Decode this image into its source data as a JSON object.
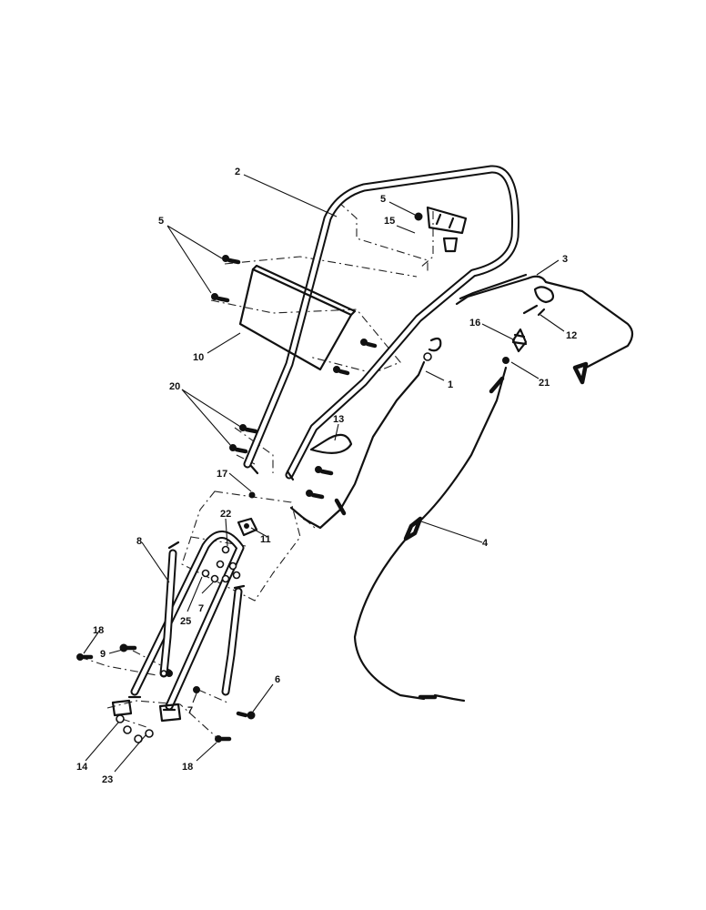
{
  "callouts": [
    {
      "id": "c1",
      "text": "1"
    },
    {
      "id": "c2",
      "text": "2"
    },
    {
      "id": "c3",
      "text": "3"
    },
    {
      "id": "c4",
      "text": "4"
    },
    {
      "id": "c5a",
      "text": "5"
    },
    {
      "id": "c5b",
      "text": "5"
    },
    {
      "id": "c6",
      "text": "6"
    },
    {
      "id": "c7a",
      "text": "7"
    },
    {
      "id": "c7b",
      "text": "7"
    },
    {
      "id": "c8",
      "text": "8"
    },
    {
      "id": "c9",
      "text": "9"
    },
    {
      "id": "c10",
      "text": "10"
    },
    {
      "id": "c11",
      "text": "11"
    },
    {
      "id": "c12",
      "text": "12"
    },
    {
      "id": "c13",
      "text": "13"
    },
    {
      "id": "c14",
      "text": "14"
    },
    {
      "id": "c15",
      "text": "15"
    },
    {
      "id": "c16",
      "text": "16"
    },
    {
      "id": "c17",
      "text": "17"
    },
    {
      "id": "c18a",
      "text": "18"
    },
    {
      "id": "c18b",
      "text": "18"
    },
    {
      "id": "c20",
      "text": "20"
    },
    {
      "id": "c21",
      "text": "21"
    },
    {
      "id": "c22",
      "text": "22"
    },
    {
      "id": "c23",
      "text": "23"
    },
    {
      "id": "c25",
      "text": "25"
    }
  ]
}
